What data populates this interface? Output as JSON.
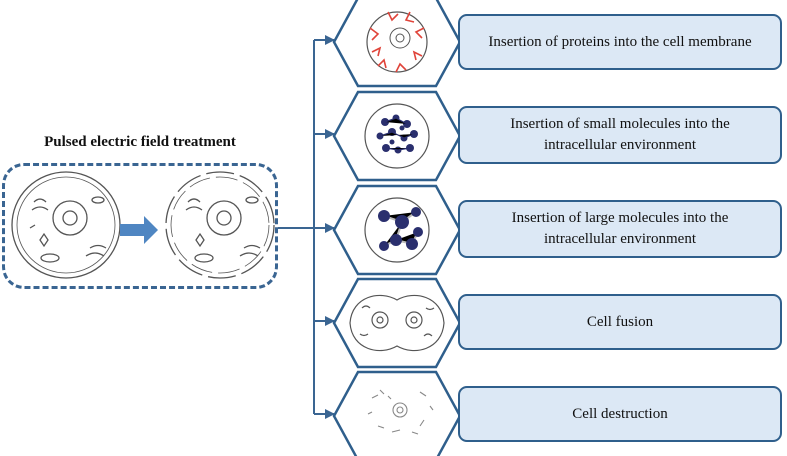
{
  "treatment": {
    "title": "Pulsed electric field treatment"
  },
  "outcomes": [
    {
      "label": "Insertion of proteins into the cell membrane"
    },
    {
      "label": "Insertion of small molecules into the intracellular environment"
    },
    {
      "label": "Insertion of large molecules into the intracellular environment"
    },
    {
      "label": "Cell fusion"
    },
    {
      "label": "Cell destruction"
    }
  ],
  "colors": {
    "frame": "#3a6592",
    "box_fill": "#dce8f5",
    "box_border": "#2f5f8c",
    "arrow": "#4f86c2",
    "protein": "#e0443a",
    "molecule": "#2a2f6e"
  }
}
